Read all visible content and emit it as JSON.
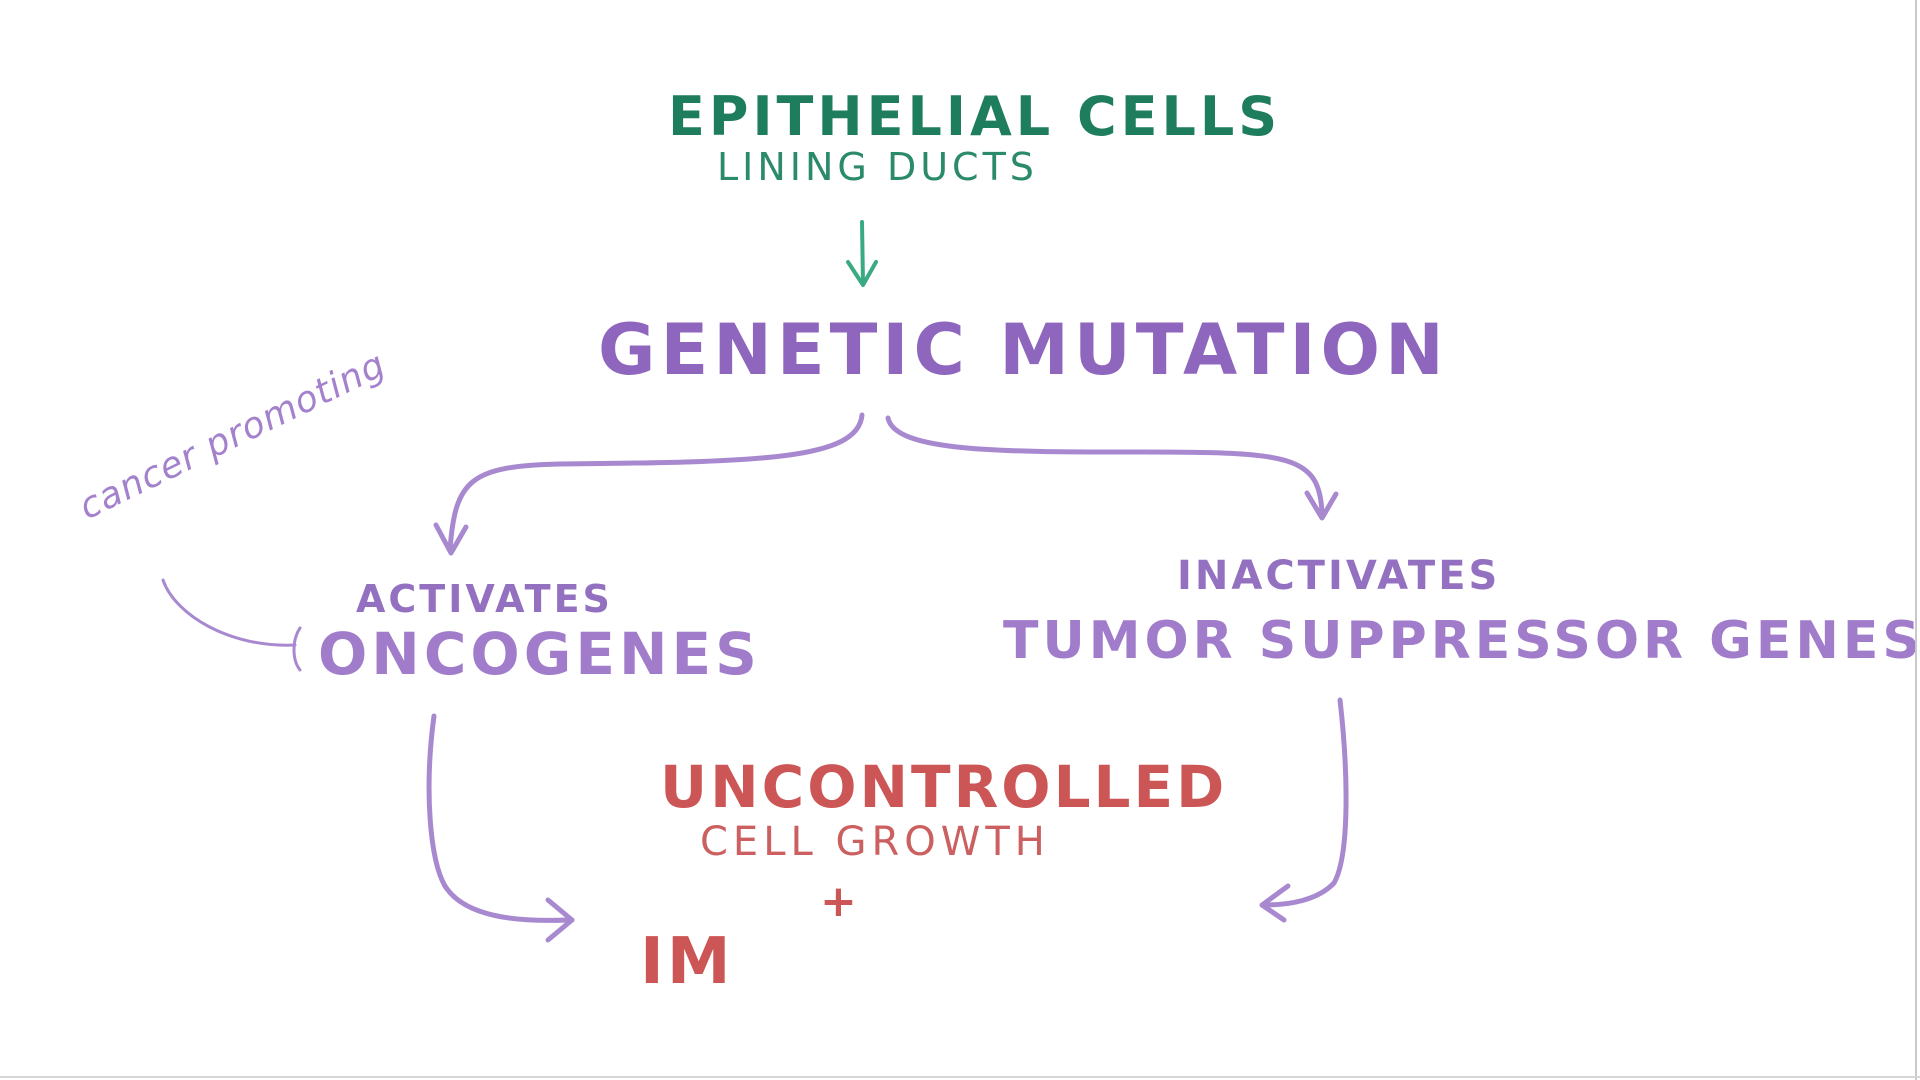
{
  "diagram": {
    "top": {
      "title": "EPITHELIAL CELLS",
      "subtitle": "LINING DUCTS"
    },
    "center": {
      "title": "GENETIC MUTATION"
    },
    "left_branch": {
      "verb": "ACTIVATES",
      "target": "ONCOGENES",
      "note": "cancer promoting"
    },
    "right_branch": {
      "verb": "INACTIVATES",
      "target": "TUMOR SUPPRESSOR GENES"
    },
    "outcome": {
      "title": "UNCONTROLLED",
      "subtitle": "CELL GROWTH",
      "plus": "+",
      "partial": "IM"
    }
  },
  "colors": {
    "green": "#1e7d5c",
    "green_arrow": "#3aaa82",
    "purple": "#9a73c3",
    "red": "#cc5555"
  }
}
